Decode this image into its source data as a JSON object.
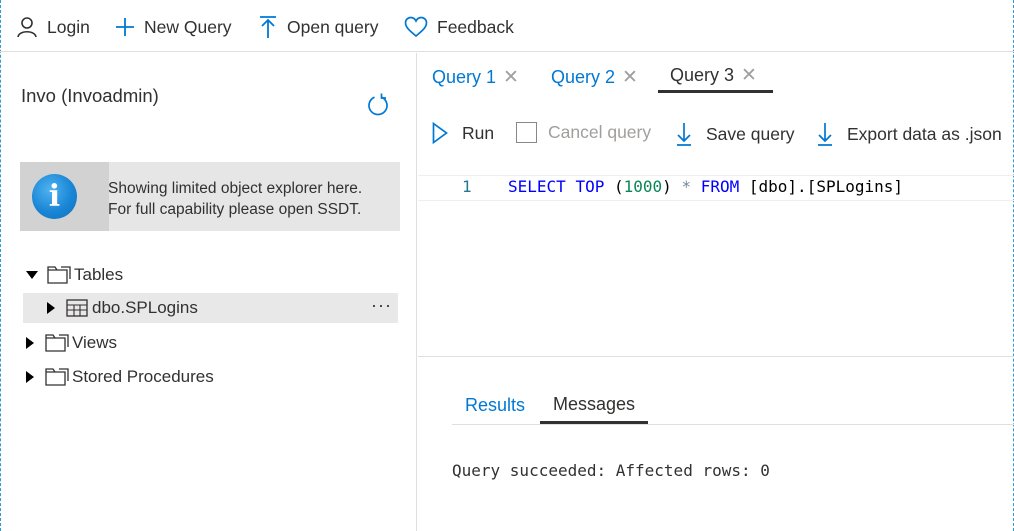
{
  "toolbar": {
    "login": "Login",
    "new_query": "New Query",
    "open_query": "Open query",
    "feedback": "Feedback"
  },
  "explorer": {
    "db_title": "Invo (Invoadmin)",
    "banner_line1": "Showing limited object explorer here.",
    "banner_line2": "For full capability please open SSDT.",
    "tree": {
      "tables": "Tables",
      "table_item": "dbo.SPLogins",
      "more": "···",
      "views": "Views",
      "stored_procedures": "Stored Procedures"
    }
  },
  "query_tabs": [
    {
      "label": "Query 1",
      "active": false
    },
    {
      "label": "Query 2",
      "active": false
    },
    {
      "label": "Query 3",
      "active": true
    }
  ],
  "query_toolbar": {
    "run": "Run",
    "cancel": "Cancel query",
    "save": "Save query",
    "export": "Export data as .json"
  },
  "editor": {
    "line_number": "1",
    "code": {
      "kw1": "SELECT",
      "kw2": "TOP",
      "paren_open": "(",
      "number": "1000",
      "paren_close": ")",
      "star": "*",
      "kw3": "FROM",
      "table": "[dbo].[SPLogins]"
    }
  },
  "results": {
    "tabs": [
      "Results",
      "Messages"
    ],
    "active_tab": "Messages",
    "message": "Query succeeded: Affected rows: 0"
  },
  "colors": {
    "accent": "#0078d4",
    "info_icon": "#1a86d6",
    "sql_keyword": "#0000ff",
    "sql_number": "#098658"
  }
}
